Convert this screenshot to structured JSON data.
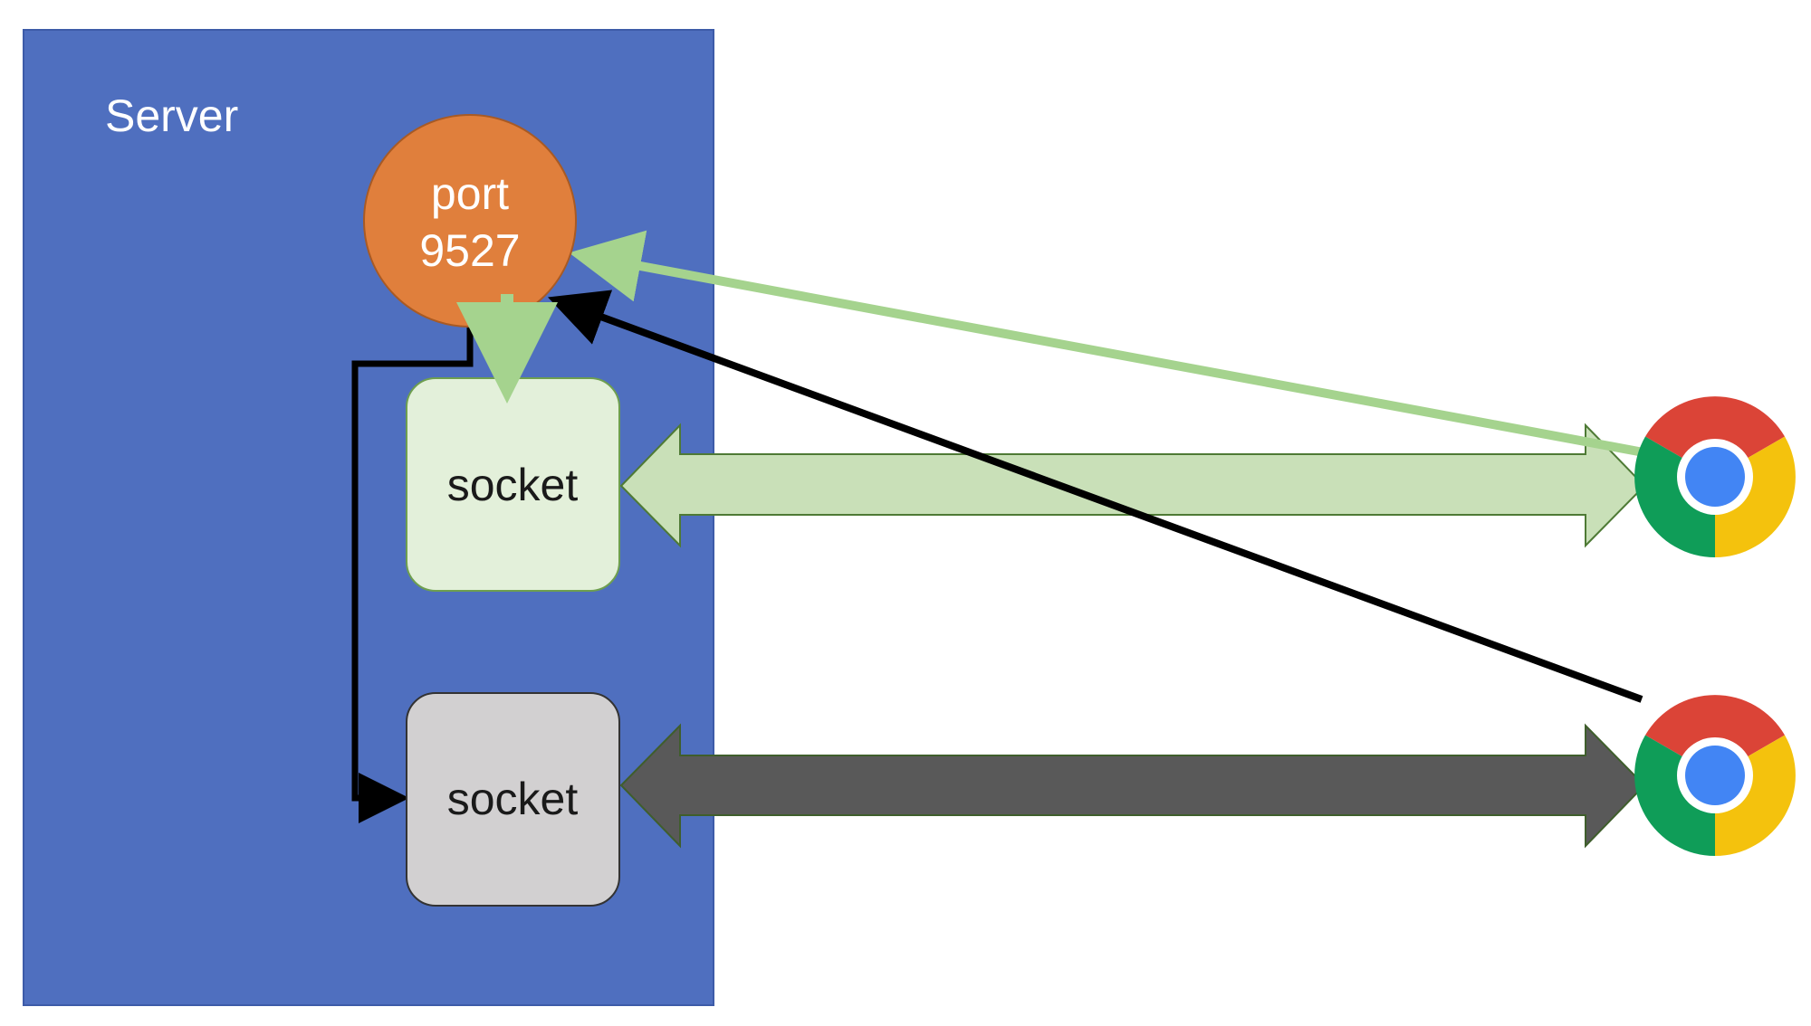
{
  "server": {
    "label": "Server",
    "fill": "#4f6fbf"
  },
  "port": {
    "line1": "port",
    "line2": "9527",
    "fill": "#e07f3c"
  },
  "sockets": [
    {
      "label": "socket",
      "fill": "#e3f0da"
    },
    {
      "label": "socket",
      "fill": "#d2d0d1"
    }
  ],
  "colors": {
    "green_connection": "#c9e0b8",
    "green_request": "#a5d38e",
    "dark_connection": "#595959",
    "black_request": "#000000"
  },
  "clients": [
    {
      "icon": "chrome-icon"
    },
    {
      "icon": "chrome-icon"
    }
  ]
}
